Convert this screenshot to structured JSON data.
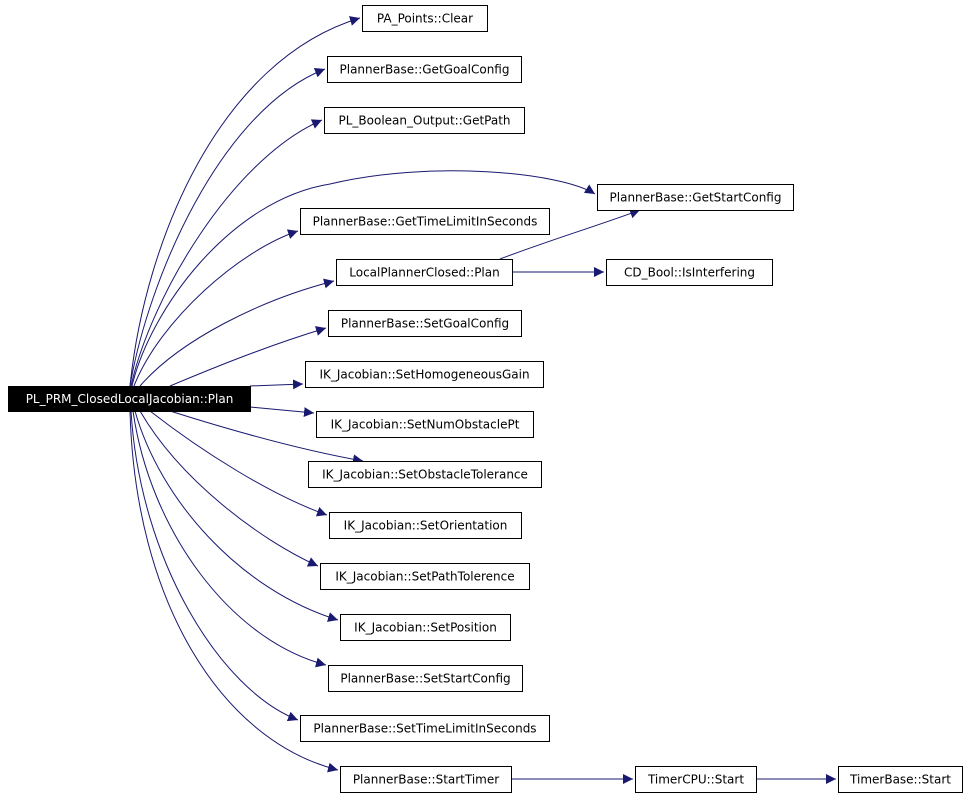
{
  "diagram": {
    "edge_color": "#191970",
    "root_fill": "#000000",
    "root_text_color": "#ffffff",
    "node_fill": "#ffffff",
    "nodes": [
      {
        "id": "root",
        "label": "PL_PRM_ClosedLocalJacobian::Plan",
        "root": true
      },
      {
        "id": "pa_points_clear",
        "label": "PA_Points::Clear"
      },
      {
        "id": "get_goal_config",
        "label": "PlannerBase::GetGoalConfig"
      },
      {
        "id": "get_path",
        "label": "PL_Boolean_Output::GetPath"
      },
      {
        "id": "get_start_config",
        "label": "PlannerBase::GetStartConfig"
      },
      {
        "id": "get_time_limit",
        "label": "PlannerBase::GetTimeLimitInSeconds"
      },
      {
        "id": "local_planner_plan",
        "label": "LocalPlannerClosed::Plan"
      },
      {
        "id": "is_interfering",
        "label": "CD_Bool::IsInterfering"
      },
      {
        "id": "set_goal_config",
        "label": "PlannerBase::SetGoalConfig"
      },
      {
        "id": "set_homogeneous_gain",
        "label": "IK_Jacobian::SetHomogeneousGain"
      },
      {
        "id": "set_num_obstacle_pt",
        "label": "IK_Jacobian::SetNumObstaclePt"
      },
      {
        "id": "set_obstacle_tolerance",
        "label": "IK_Jacobian::SetObstacleTolerance"
      },
      {
        "id": "set_orientation",
        "label": "IK_Jacobian::SetOrientation"
      },
      {
        "id": "set_path_tolerence",
        "label": "IK_Jacobian::SetPathTolerence"
      },
      {
        "id": "set_position",
        "label": "IK_Jacobian::SetPosition"
      },
      {
        "id": "set_start_config",
        "label": "PlannerBase::SetStartConfig"
      },
      {
        "id": "set_time_limit",
        "label": "PlannerBase::SetTimeLimitInSeconds"
      },
      {
        "id": "start_timer",
        "label": "PlannerBase::StartTimer"
      },
      {
        "id": "timer_cpu_start",
        "label": "TimerCPU::Start"
      },
      {
        "id": "timer_base_start",
        "label": "TimerBase::Start"
      }
    ],
    "edges": [
      {
        "from": "root",
        "to": "pa_points_clear"
      },
      {
        "from": "root",
        "to": "get_goal_config"
      },
      {
        "from": "root",
        "to": "get_path"
      },
      {
        "from": "root",
        "to": "get_start_config"
      },
      {
        "from": "root",
        "to": "get_time_limit"
      },
      {
        "from": "root",
        "to": "local_planner_plan"
      },
      {
        "from": "local_planner_plan",
        "to": "get_start_config"
      },
      {
        "from": "local_planner_plan",
        "to": "is_interfering"
      },
      {
        "from": "root",
        "to": "set_goal_config"
      },
      {
        "from": "root",
        "to": "set_homogeneous_gain"
      },
      {
        "from": "root",
        "to": "set_num_obstacle_pt"
      },
      {
        "from": "root",
        "to": "set_obstacle_tolerance"
      },
      {
        "from": "root",
        "to": "set_orientation"
      },
      {
        "from": "root",
        "to": "set_path_tolerence"
      },
      {
        "from": "root",
        "to": "set_position"
      },
      {
        "from": "root",
        "to": "set_start_config"
      },
      {
        "from": "root",
        "to": "set_time_limit"
      },
      {
        "from": "root",
        "to": "start_timer"
      },
      {
        "from": "start_timer",
        "to": "timer_cpu_start"
      },
      {
        "from": "timer_cpu_start",
        "to": "timer_base_start"
      }
    ]
  }
}
